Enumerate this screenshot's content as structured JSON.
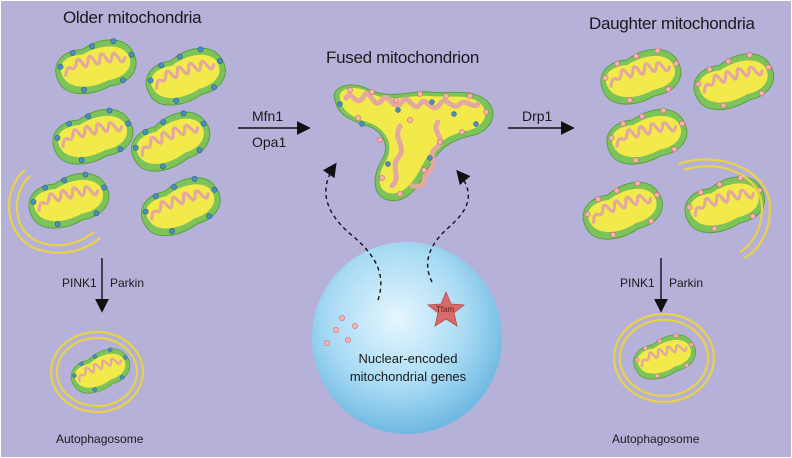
{
  "labels": {
    "older_mitochondria": "Older mitochondria",
    "fused_mitochondrion": "Fused mitochondrion",
    "daughter_mitochondria": "Daughter mitochondria",
    "mfn1": "Mfn1",
    "opa1": "Opa1",
    "drp1": "Drp1",
    "pink1_left": "PINK1",
    "parkin_left": "Parkin",
    "pink1_right": "PINK1",
    "parkin_right": "Parkin",
    "autophagosome_left": "Autophagosome",
    "autophagosome_right": "Autophagosome",
    "nuclear_line1": "Nuclear-encoded",
    "nuclear_line2": "mitochondrial genes",
    "tfam": "Tfam"
  },
  "colors": {
    "background": "#b6b1d8",
    "mito_outer": "#7cc35a",
    "mito_inner": "#f2e94a",
    "cristae": "#e3a9a0",
    "dot_blue": "#4a8fc4",
    "dot_pink": "#f08c8c",
    "autophagosome_ring": "#e8d24a",
    "nucleus": "#9fd4f0",
    "tfam_star": "#d86a6a"
  },
  "icons": {
    "old_mito": "mitochondrion-blue-dots-icon",
    "daughter_mito": "mitochondrion-pink-dots-icon",
    "fused_mito": "fused-mitochondrion-icon",
    "nucleus": "nucleus-sphere-icon",
    "tfam": "star-icon"
  }
}
